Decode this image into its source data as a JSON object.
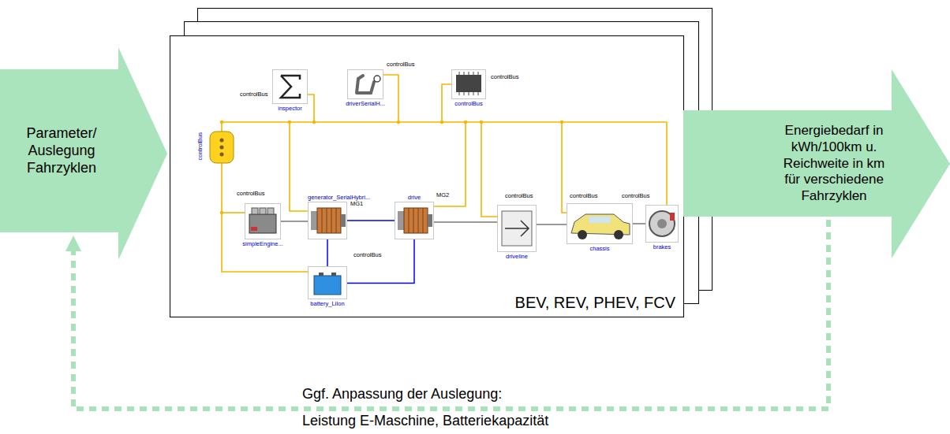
{
  "diagram": {
    "nodes": [
      {
        "text": [
          "Parameter/ Auslegung Fahrzyklen"
        ]
      },
      {
        "text": [
          "BEV, REV, PHEV, FCV"
        ]
      },
      {
        "text": [
          "controlBus"
        ],
        "in": 1
      },
      {
        "text": [
          "inspector"
        ],
        "in": 1
      },
      {
        "text": [
          "driverSerialH..."
        ],
        "in": 1
      },
      {
        "text": [
          "controlBus"
        ],
        "in": 1
      },
      {
        "text": [
          "simpleEngine..."
        ],
        "in": 1
      },
      {
        "text": [
          "generator_SerialHybri..."
        ],
        "in": 1
      },
      {
        "text": [
          "drive"
        ],
        "in": 1
      },
      {
        "text": [
          "driveline"
        ],
        "in": 1
      },
      {
        "text": [
          "chassis"
        ],
        "in": 1
      },
      {
        "text": [
          "brakes"
        ],
        "in": 1
      },
      {
        "text": [
          "battery_LiIon"
        ],
        "in": 1
      },
      {
        "text": [
          "Energiebedarf in kWh/100km u. Reichweite in km für verschiedene Fahrzyklen"
        ]
      }
    ],
    "edges": [
      {
        "from": 6,
        "to": 7,
        "arrow": "none"
      },
      {
        "from": 7,
        "to": 8,
        "arrow": "none"
      },
      {
        "from": 12,
        "to": 7,
        "arrow": "none"
      },
      {
        "from": 12,
        "to": 8,
        "arrow": "none"
      },
      {
        "from": 8,
        "to": 9,
        "arrow": "none"
      },
      {
        "from": 9,
        "to": 10,
        "arrow": "none"
      },
      {
        "from": 10,
        "to": 11,
        "arrow": "none"
      },
      {
        "from": 13,
        "to": 0,
        "arrow": "to"
      }
    ],
    "labels": [
      "controlBus",
      "controlBus",
      "controlBus",
      "controlBus",
      "controlBus",
      "controlBus",
      "controlBus",
      "controlBus",
      "MG1",
      "MG2",
      "Ggf. Anpassung der Auslegung:",
      "Leistung E-Maschine, Batteriekapazität"
    ]
  }
}
